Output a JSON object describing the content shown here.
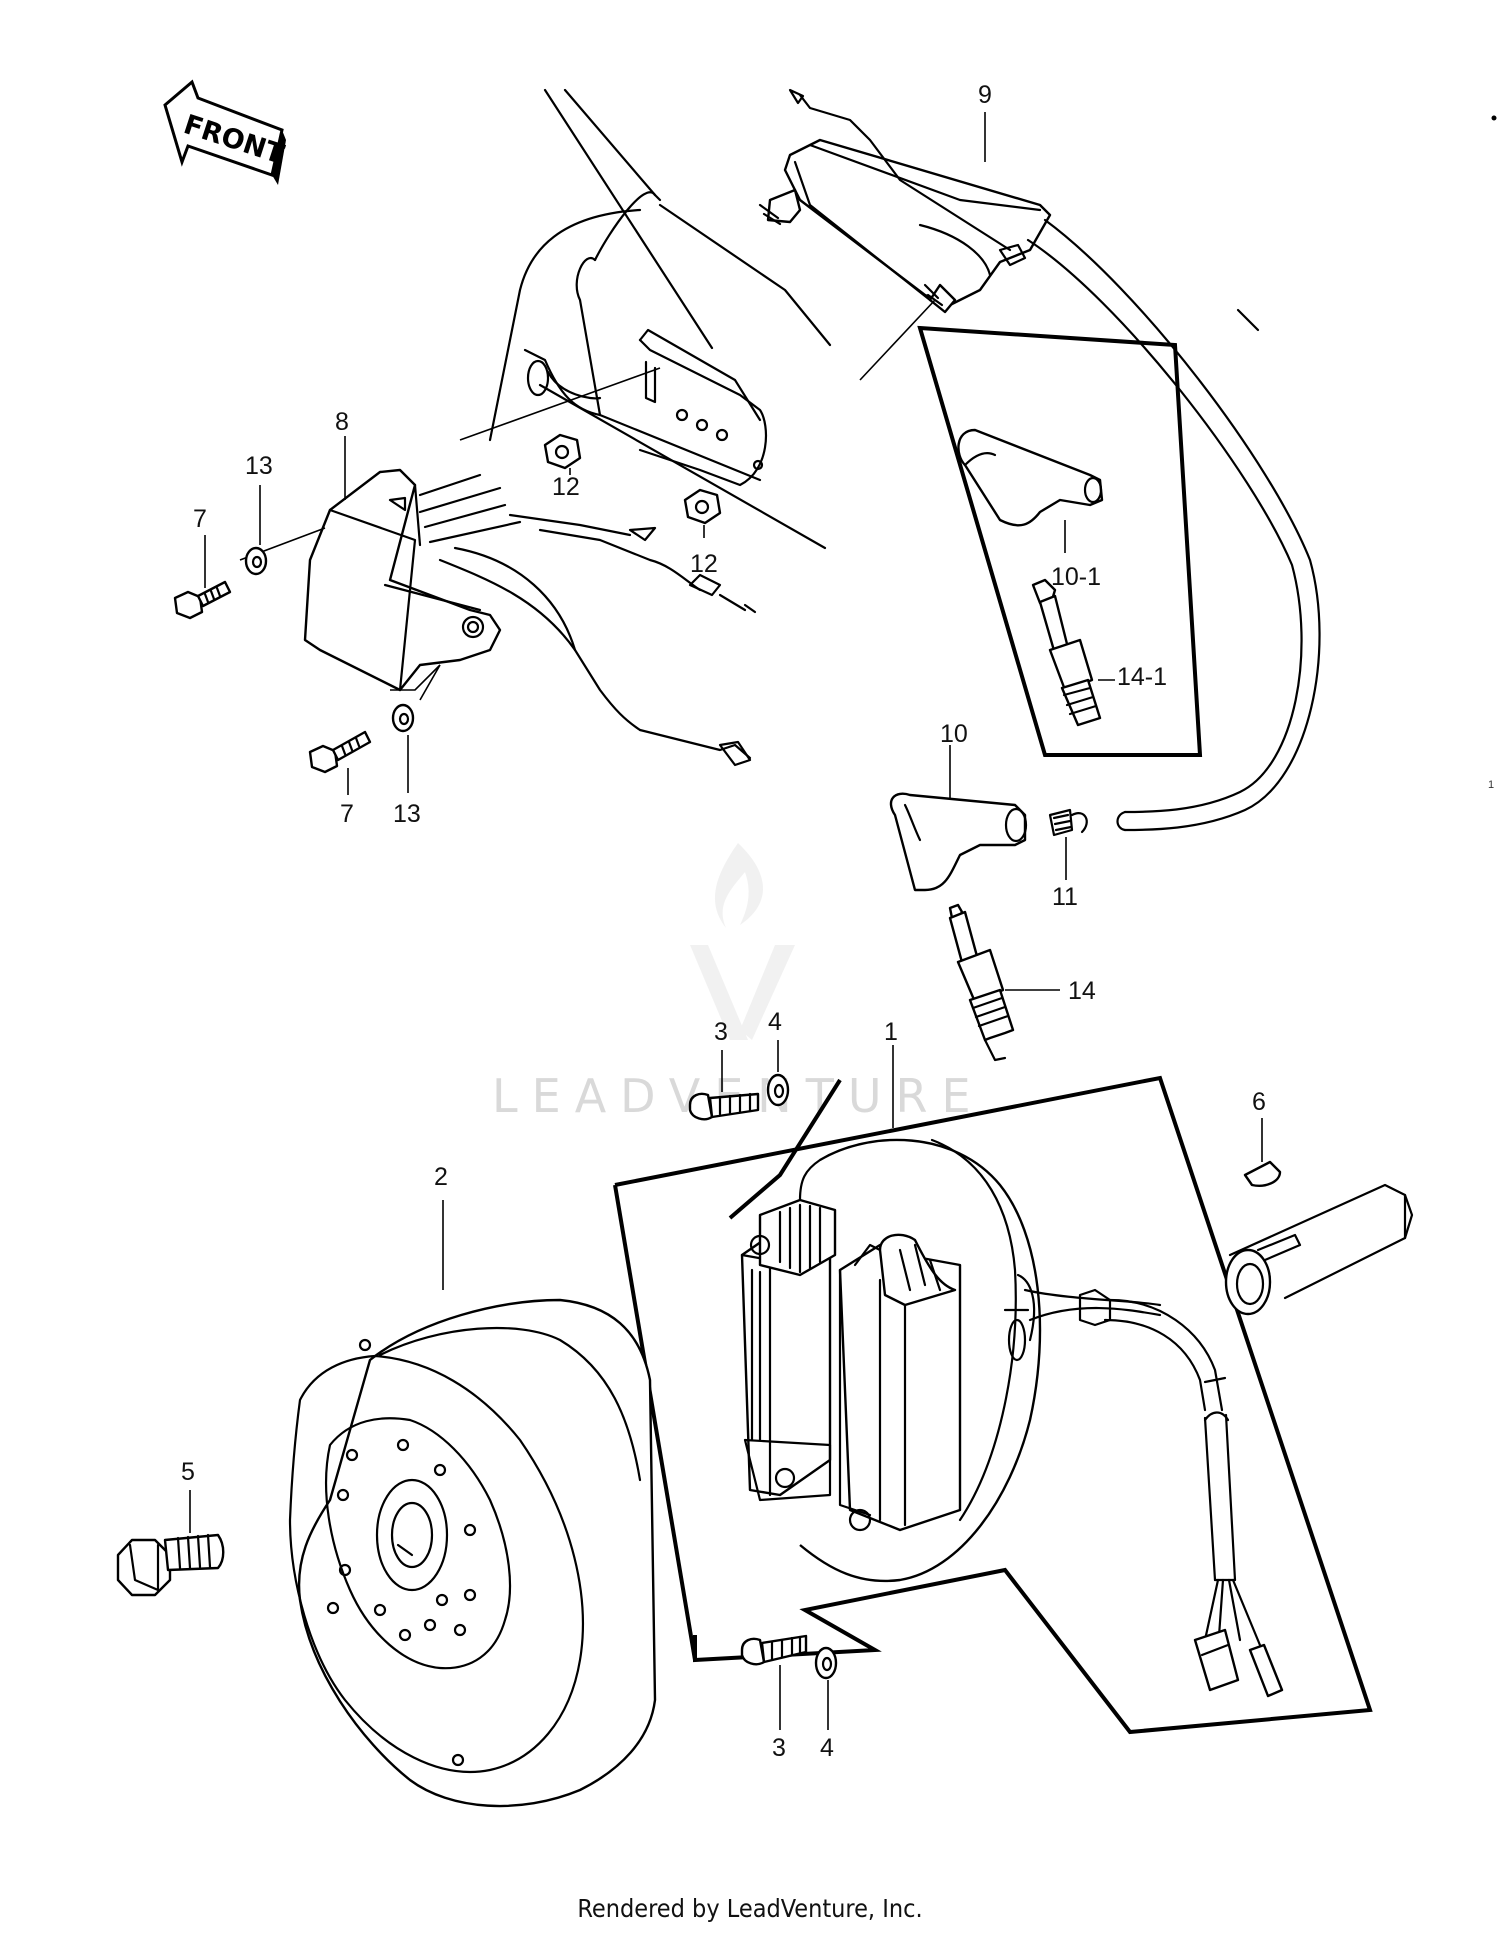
{
  "footer": "Rendered by LeadVenture, Inc.",
  "watermark": "LEADVENTURE",
  "front_arrow_label": "FRONT",
  "callouts": [
    {
      "id": "c-9",
      "label": "9"
    },
    {
      "id": "c-8",
      "label": "8"
    },
    {
      "id": "c-13a",
      "label": "13"
    },
    {
      "id": "c-7a",
      "label": "7"
    },
    {
      "id": "c-12a",
      "label": "12"
    },
    {
      "id": "c-12b",
      "label": "12"
    },
    {
      "id": "c-7b",
      "label": "7"
    },
    {
      "id": "c-13b",
      "label": "13"
    },
    {
      "id": "c-10-1",
      "label": "10-1"
    },
    {
      "id": "c-14-1",
      "label": "14-1"
    },
    {
      "id": "c-10",
      "label": "10"
    },
    {
      "id": "c-11",
      "label": "11"
    },
    {
      "id": "c-14",
      "label": "14"
    },
    {
      "id": "c-3a",
      "label": "3"
    },
    {
      "id": "c-4a",
      "label": "4"
    },
    {
      "id": "c-1",
      "label": "1"
    },
    {
      "id": "c-6",
      "label": "6"
    },
    {
      "id": "c-2",
      "label": "2"
    },
    {
      "id": "c-5",
      "label": "5"
    },
    {
      "id": "c-3b",
      "label": "3"
    },
    {
      "id": "c-4b",
      "label": "4"
    }
  ]
}
